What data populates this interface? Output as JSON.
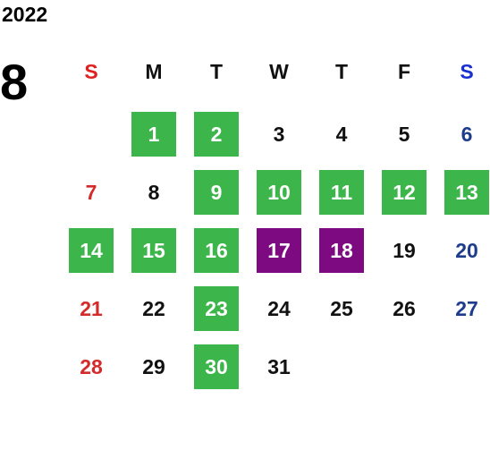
{
  "calendar": {
    "year": "2022",
    "month": "8",
    "weekdays": [
      "S",
      "M",
      "T",
      "W",
      "T",
      "F",
      "S"
    ],
    "colors": {
      "green": "#3cb54a",
      "purple": "#7d0a80",
      "sunday": "#d42a2a",
      "saturday": "#1d3c8c"
    },
    "leading_blanks": 1,
    "days": [
      {
        "n": "1",
        "hl": "green"
      },
      {
        "n": "2",
        "hl": "green"
      },
      {
        "n": "3",
        "hl": ""
      },
      {
        "n": "4",
        "hl": ""
      },
      {
        "n": "5",
        "hl": ""
      },
      {
        "n": "6",
        "hl": ""
      },
      {
        "n": "7",
        "hl": ""
      },
      {
        "n": "8",
        "hl": ""
      },
      {
        "n": "9",
        "hl": "green"
      },
      {
        "n": "10",
        "hl": "green"
      },
      {
        "n": "11",
        "hl": "green"
      },
      {
        "n": "12",
        "hl": "green"
      },
      {
        "n": "13",
        "hl": "green"
      },
      {
        "n": "14",
        "hl": "green"
      },
      {
        "n": "15",
        "hl": "green"
      },
      {
        "n": "16",
        "hl": "green"
      },
      {
        "n": "17",
        "hl": "purple"
      },
      {
        "n": "18",
        "hl": "purple"
      },
      {
        "n": "19",
        "hl": ""
      },
      {
        "n": "20",
        "hl": ""
      },
      {
        "n": "21",
        "hl": ""
      },
      {
        "n": "22",
        "hl": ""
      },
      {
        "n": "23",
        "hl": "green"
      },
      {
        "n": "24",
        "hl": ""
      },
      {
        "n": "25",
        "hl": ""
      },
      {
        "n": "26",
        "hl": ""
      },
      {
        "n": "27",
        "hl": ""
      },
      {
        "n": "28",
        "hl": ""
      },
      {
        "n": "29",
        "hl": ""
      },
      {
        "n": "30",
        "hl": "green"
      },
      {
        "n": "31",
        "hl": ""
      }
    ]
  }
}
